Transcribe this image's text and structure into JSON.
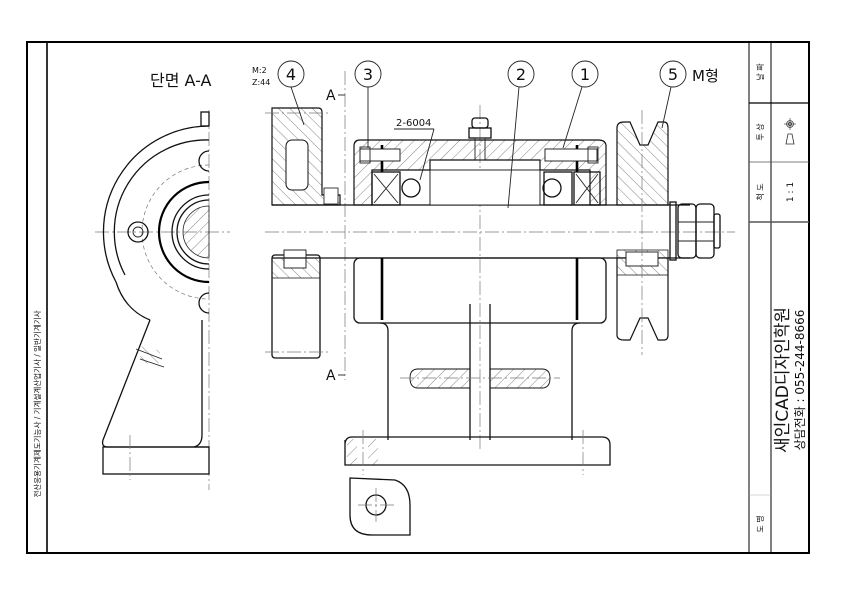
{
  "drawing": {
    "section_title": "단면 A-A",
    "gear_module": "M:2",
    "gear_teeth": "Z:44",
    "section_marker_top": "A",
    "section_marker_bottom": "A",
    "bearing_callout": "2-6004",
    "belt_type": "M형",
    "balloons": [
      {
        "id": "balloon-4",
        "label": "4"
      },
      {
        "id": "balloon-3",
        "label": "3"
      },
      {
        "id": "balloon-2",
        "label": "2"
      },
      {
        "id": "balloon-1",
        "label": "1"
      },
      {
        "id": "balloon-5",
        "label": "5"
      }
    ]
  },
  "title_block": {
    "date_label": "날 짜",
    "projection_label": "투 상",
    "projection_symbol": "third-angle-projection-icon",
    "scale_label": "척 도",
    "scale_value": "1 : 1",
    "name_label": "도 명",
    "academy_name": "새인CAD디자인학원",
    "contact": "상담전화 : 055-244-8666"
  },
  "side_strip": {
    "text": "전산응용기계제도기능사 / 기계설계산업기사 / 일반기계기사"
  }
}
